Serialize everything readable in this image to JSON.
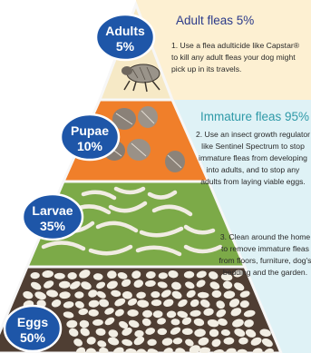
{
  "colors": {
    "adult_panel": "#fdf0d2",
    "immature_panel": "#dff2f6",
    "tier_top": "#f6e9c6",
    "tier_orange": "#f07f2a",
    "tier_green": "#7caa48",
    "tier_brown": "#4f3e33",
    "badge": "#1e56a8",
    "adult_heading": "#2b3a8a",
    "immature_heading": "#2f9aa8"
  },
  "badges": {
    "adults": {
      "name": "Adults",
      "pct": "5%"
    },
    "pupae": {
      "name": "Pupae",
      "pct": "10%"
    },
    "larvae": {
      "name": "Larvae",
      "pct": "35%"
    },
    "eggs": {
      "name": "Eggs",
      "pct": "50%"
    }
  },
  "adult_section": {
    "heading": "Adult fleas 5%",
    "step1": "1. Use a flea adulticide like Capstar® to kill any adult fleas your dog might pick up in its travels."
  },
  "immature_section": {
    "heading": "Immature fleas 95%",
    "step2": "2. Use an insect growth regulator like Sentinel Spectrum to stop immature fleas from developing into adults, and to stop any adults from laying viable eggs.",
    "step3": "3. Clean around the home to remove immature fleas from floors, furniture, dog's bedding and the garden."
  },
  "icons": {
    "adult": "flea-icon",
    "pupae": "cocoon-icon",
    "larvae": "larva-icon",
    "eggs": "egg-icon"
  }
}
